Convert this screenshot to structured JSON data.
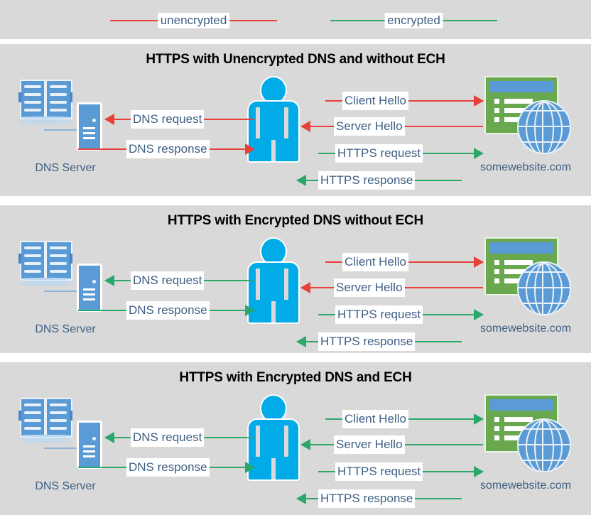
{
  "legend": {
    "items": [
      {
        "label": "unencrypted",
        "color": "#e8413a",
        "name": "unencrypted"
      },
      {
        "label": "encrypted",
        "color": "#2aa86a",
        "name": "encrypted"
      }
    ]
  },
  "colors": {
    "unencrypted": "#e8413a",
    "encrypted": "#2aa86a",
    "panel_background": "#d9d9d9",
    "page_background": "#ffffff",
    "label_text": "#3e5f83",
    "title_text": "#000000",
    "person": "#00abe7",
    "server_blue": "#5b9bd5",
    "website_green": "#6aa84f"
  },
  "nodes": {
    "dns_server": {
      "label": "DNS Server",
      "icon": "dns-server-icon"
    },
    "user": {
      "icon": "person-icon"
    },
    "website": {
      "label": "somewebsite.com",
      "icon": "website-globe-icon"
    }
  },
  "panels": [
    {
      "id": "panel-1",
      "title": "HTTPS with Unencrypted DNS and without ECH",
      "left_flows": [
        {
          "label": "DNS request",
          "direction": "left",
          "encryption": "unencrypted"
        },
        {
          "label": "DNS response",
          "direction": "right",
          "encryption": "unencrypted"
        }
      ],
      "right_flows": [
        {
          "label": "Client Hello",
          "direction": "right",
          "encryption": "unencrypted"
        },
        {
          "label": "Server Hello",
          "direction": "left",
          "encryption": "unencrypted"
        },
        {
          "label": "HTTPS request",
          "direction": "right",
          "encryption": "encrypted"
        },
        {
          "label": "HTTPS response",
          "direction": "left",
          "encryption": "encrypted"
        }
      ]
    },
    {
      "id": "panel-2",
      "title": "HTTPS with Encrypted DNS without ECH",
      "left_flows": [
        {
          "label": "DNS request",
          "direction": "left",
          "encryption": "encrypted"
        },
        {
          "label": "DNS response",
          "direction": "right",
          "encryption": "encrypted"
        }
      ],
      "right_flows": [
        {
          "label": "Client Hello",
          "direction": "right",
          "encryption": "unencrypted"
        },
        {
          "label": "Server Hello",
          "direction": "left",
          "encryption": "unencrypted"
        },
        {
          "label": "HTTPS request",
          "direction": "right",
          "encryption": "encrypted"
        },
        {
          "label": "HTTPS response",
          "direction": "left",
          "encryption": "encrypted"
        }
      ]
    },
    {
      "id": "panel-3",
      "title": "HTTPS with Encrypted DNS and ECH",
      "left_flows": [
        {
          "label": "DNS request",
          "direction": "left",
          "encryption": "encrypted"
        },
        {
          "label": "DNS response",
          "direction": "right",
          "encryption": "encrypted"
        }
      ],
      "right_flows": [
        {
          "label": "Client Hello",
          "direction": "right",
          "encryption": "encrypted"
        },
        {
          "label": "Server Hello",
          "direction": "left",
          "encryption": "encrypted"
        },
        {
          "label": "HTTPS request",
          "direction": "right",
          "encryption": "encrypted"
        },
        {
          "label": "HTTPS response",
          "direction": "left",
          "encryption": "encrypted"
        }
      ]
    }
  ]
}
